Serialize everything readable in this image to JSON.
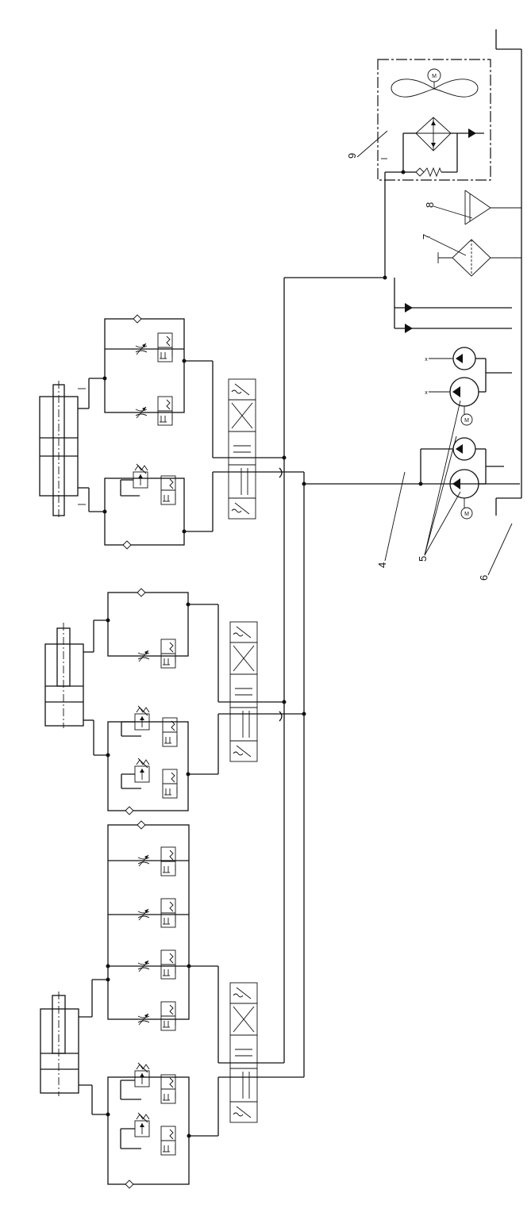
{
  "diagram": {
    "type": "hydraulic-schematic",
    "orientation": "rotated-90",
    "background": "#ffffff",
    "stroke_color": "#111111"
  },
  "callouts": {
    "n4": "4",
    "n5": "5",
    "n6": "6",
    "n7": "7",
    "n8": "8",
    "n9": "9"
  },
  "motor_symbol": "M",
  "components": [
    {
      "id": "4",
      "name": "pressure line"
    },
    {
      "id": "5",
      "name": "pump-motor units (x2, double pumps)"
    },
    {
      "id": "6",
      "name": "tank"
    },
    {
      "id": "7",
      "name": "filter"
    },
    {
      "id": "8",
      "name": "tank breather"
    },
    {
      "id": "9",
      "name": "cooler with fan and bypass check valve"
    }
  ]
}
